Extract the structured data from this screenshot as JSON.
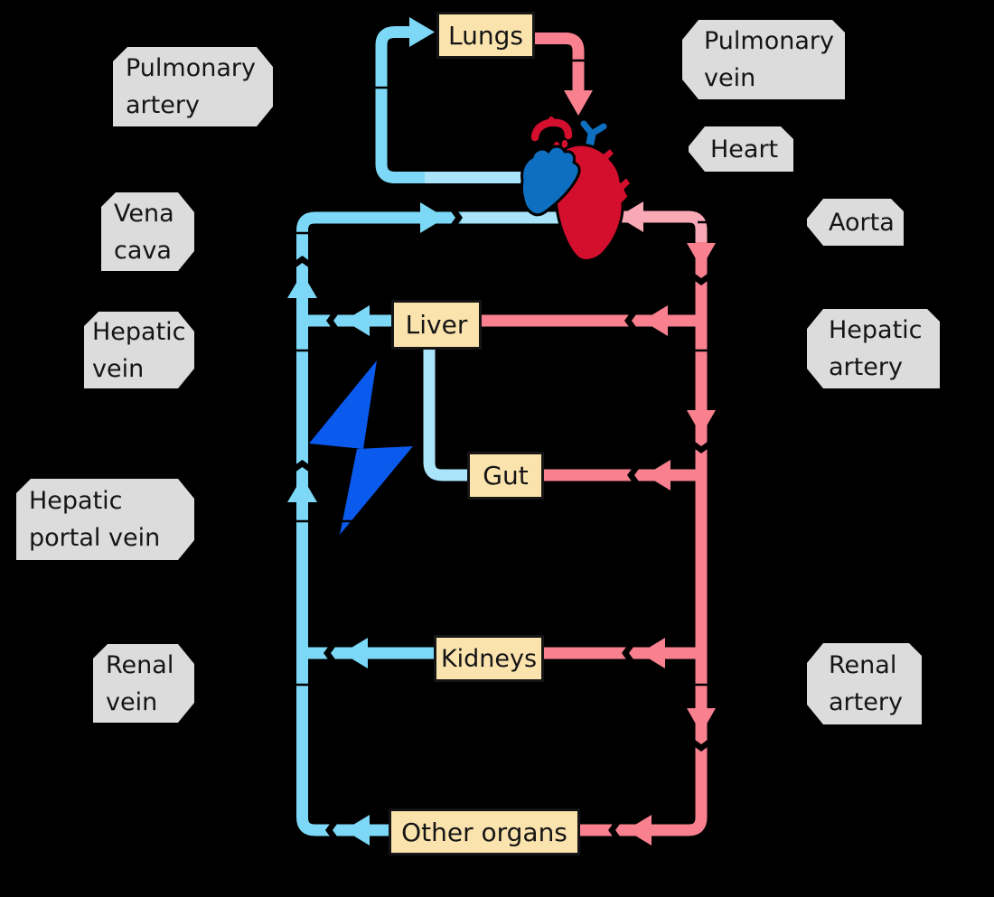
{
  "title": "Circulatory system blood vessels diagram",
  "canvas": {
    "background": "#000000"
  },
  "colors": {
    "vein_blue": "#7cd8f6",
    "vein_blue_light": "#a9e4fa",
    "artery_pink": "#f8808f",
    "artery_pink_light": "#f9a8b5",
    "organ_box_fill": "#fbe3ae",
    "label_tag_fill": "#dcdcdc",
    "bolt_blue": "#0a5aee",
    "heart_red": "#d40f2e",
    "heart_blue": "#0e6fc0",
    "outline_black": "#000000"
  },
  "organs": [
    {
      "id": "lungs",
      "label": "Lungs"
    },
    {
      "id": "liver",
      "label": "Liver"
    },
    {
      "id": "gut",
      "label": "Gut"
    },
    {
      "id": "kidneys",
      "label": "Kidneys"
    },
    {
      "id": "other-organs",
      "label": "Other organs"
    }
  ],
  "vessel_labels": [
    {
      "id": "pulmonary-artery",
      "label": "Pulmonary artery",
      "side": "left"
    },
    {
      "id": "vena-cava",
      "label": "Vena cava",
      "side": "left"
    },
    {
      "id": "hepatic-vein",
      "label": "Hepatic vein",
      "side": "left"
    },
    {
      "id": "hepatic-portal-vein",
      "label": "Hepatic portal vein",
      "side": "left"
    },
    {
      "id": "renal-vein",
      "label": "Renal vein",
      "side": "left"
    },
    {
      "id": "pulmonary-vein",
      "label": "Pulmonary vein",
      "side": "right"
    },
    {
      "id": "heart",
      "label": "Heart",
      "side": "right"
    },
    {
      "id": "aorta",
      "label": "Aorta",
      "side": "right"
    },
    {
      "id": "hepatic-artery",
      "label": "Hepatic artery",
      "side": "right"
    },
    {
      "id": "renal-artery",
      "label": "Renal artery",
      "side": "right"
    }
  ],
  "icons": [
    {
      "name": "heart-icon"
    },
    {
      "name": "lightning-bolt-icon"
    }
  ]
}
